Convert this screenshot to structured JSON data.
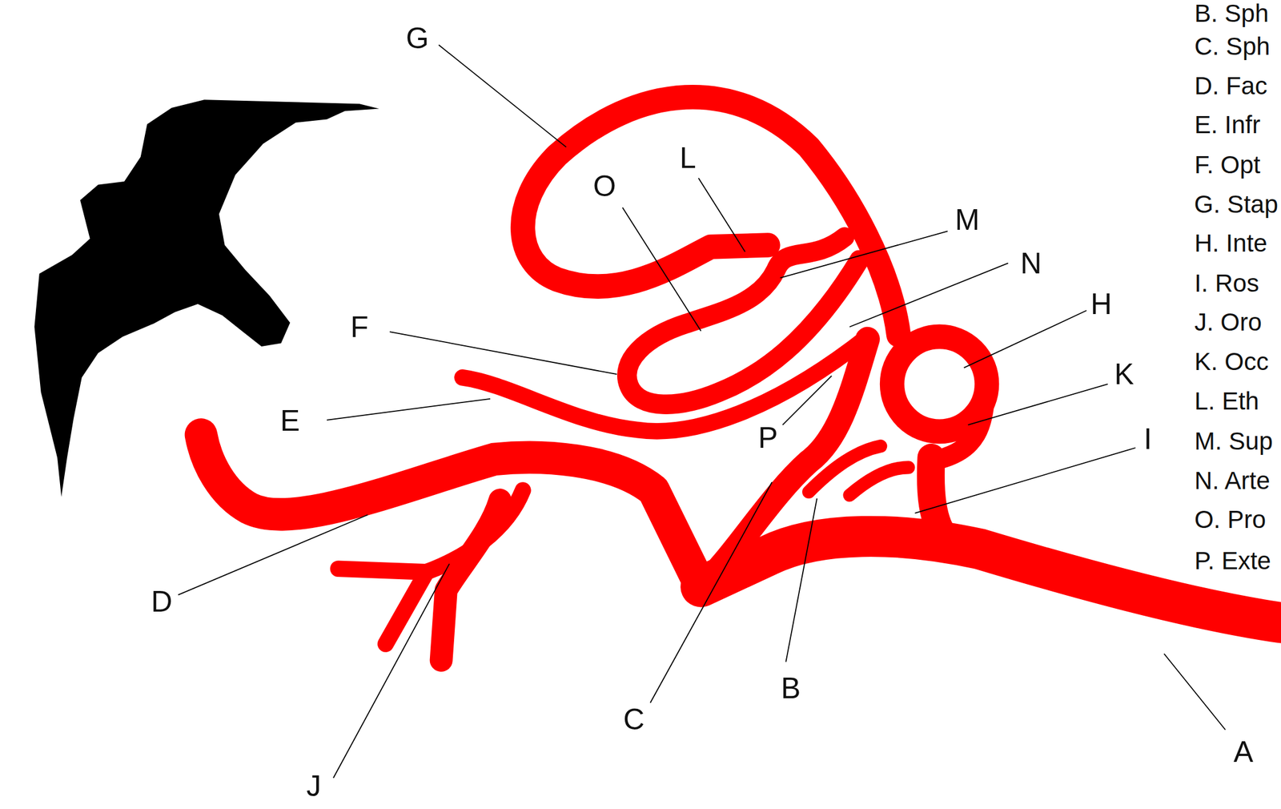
{
  "diagram": {
    "labels": [
      "G",
      "L",
      "O",
      "M",
      "N",
      "F",
      "H",
      "E",
      "K",
      "P",
      "I",
      "D",
      "C",
      "B",
      "J",
      "A",
      "B. Sph",
      "C. Sph",
      "D. Fac",
      "E. Infr",
      "F. Opt",
      "G. Stap",
      "H. Inte",
      "I. Ros",
      "J. Oro",
      "K. Occ",
      "L. Eth",
      "M. Sup",
      "N. Arte",
      "O. Pro",
      "P. Exte"
    ]
  }
}
